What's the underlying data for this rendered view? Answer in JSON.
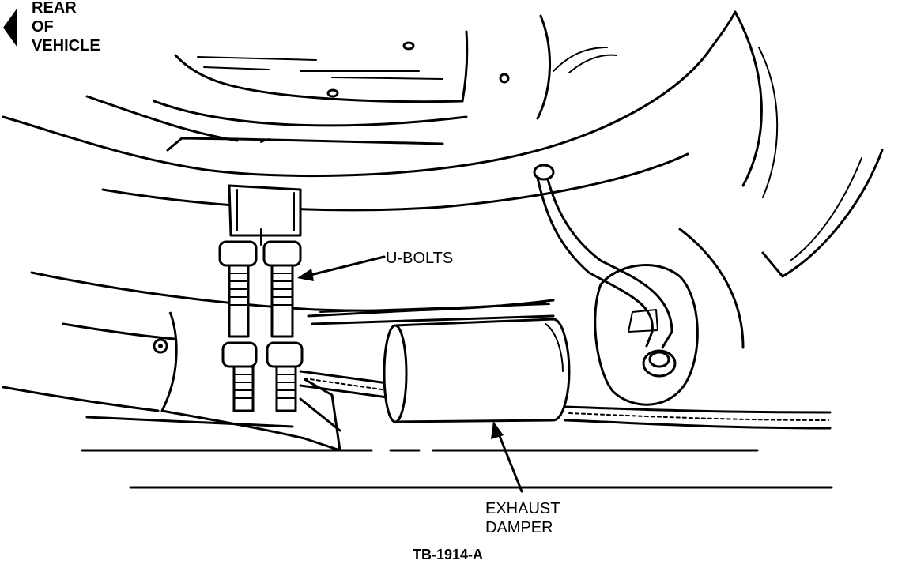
{
  "direction_label": {
    "line1": "REAR",
    "line2": "OF",
    "line3": "VEHICLE"
  },
  "callouts": {
    "u_bolts": "U-BOLTS",
    "exhaust_damper_line1": "EXHAUST",
    "exhaust_damper_line2": "DAMPER"
  },
  "figure_id": "TB-1914-A",
  "icons": {
    "direction_arrow": "left-arrow-icon"
  },
  "colors": {
    "ink": "#000000",
    "paper": "#ffffff"
  }
}
